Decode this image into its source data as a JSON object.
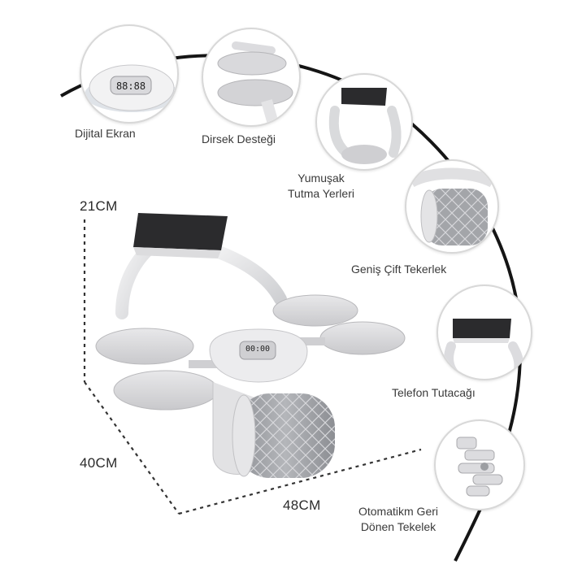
{
  "features": [
    {
      "id": "display",
      "label": "Dijital  Ekran"
    },
    {
      "id": "elbow",
      "label": "Dirsek Desteği"
    },
    {
      "id": "grip",
      "label_lines": [
        "Yumuşak",
        "Tutma Yerleri"
      ]
    },
    {
      "id": "wheel",
      "label": "Geniş Çift Tekerlek"
    },
    {
      "id": "phone",
      "label": "Telefon Tutacağı"
    },
    {
      "id": "rebound",
      "label_lines": [
        "Otomatikm Geri",
        "Dönen Tekelek"
      ]
    }
  ],
  "dimensions": {
    "height": "21CM",
    "depth": "40CM",
    "width": "48CM"
  },
  "display_readout": "00:00",
  "colors": {
    "device_body": "#e9e9ea",
    "pads": "#d6d6d8",
    "phone_plate": "#2b2b2d",
    "wheel": "#a9abaf",
    "curve": "#151515",
    "dim_line": "#333333"
  }
}
